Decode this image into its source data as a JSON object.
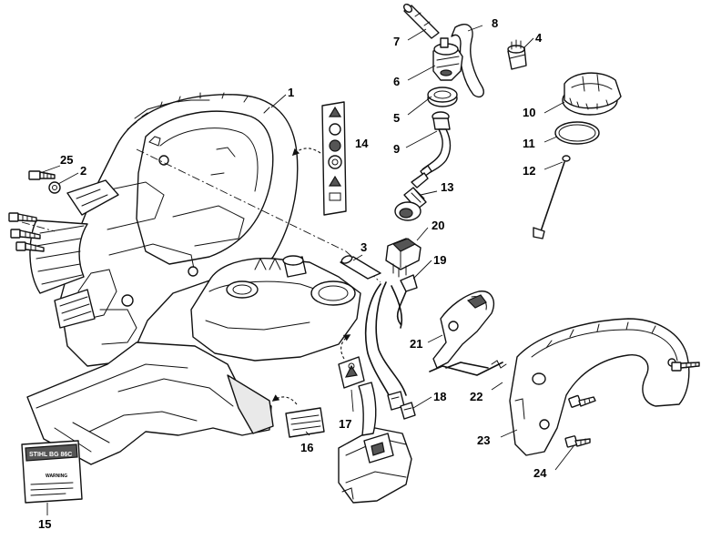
{
  "diagram": {
    "callouts": [
      "1",
      "2",
      "3",
      "4",
      "5",
      "6",
      "7",
      "8",
      "9",
      "10",
      "11",
      "12",
      "13",
      "14",
      "15",
      "16",
      "17",
      "18",
      "19",
      "20",
      "21",
      "22",
      "23",
      "24",
      "25"
    ],
    "decal_brand": "STIHL BG 86C",
    "decal_small": "WARNING"
  }
}
